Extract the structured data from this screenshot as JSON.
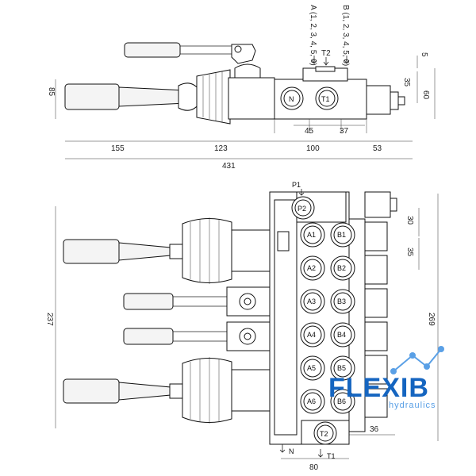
{
  "top_view": {
    "port_a_label": "A (1, 2, 3, 4, 5, 6)",
    "port_b_label": "B (1, 2, 3, 4, 5, 6)",
    "port_t2_label": "T2",
    "port_n_label": "N",
    "port_t1_label": "T1",
    "dim_85": "85",
    "dim_5": "5",
    "dim_35": "35",
    "dim_60": "60",
    "dim_45": "45",
    "dim_37": "37",
    "dim_155": "155",
    "dim_123": "123",
    "dim_100": "100",
    "dim_53": "53",
    "dim_431": "431"
  },
  "front_view": {
    "p1_label": "P1",
    "p2_label": "P2",
    "t2_label": "T2",
    "t1_label": "T1",
    "n_label": "N",
    "a_ports": [
      "A1",
      "A2",
      "A3",
      "A4",
      "A5",
      "A6"
    ],
    "b_ports": [
      "B1",
      "B2",
      "B3",
      "B4",
      "B5",
      "B6"
    ],
    "dim_237": "237",
    "dim_269": "269",
    "dim_30": "30",
    "dim_35": "35",
    "dim_36": "36",
    "dim_80": "80"
  },
  "logo": {
    "brand": "FLEXIB",
    "tagline": "hydraulics",
    "brand_color": "#1565c0",
    "accent_color": "#5aa0e6"
  }
}
